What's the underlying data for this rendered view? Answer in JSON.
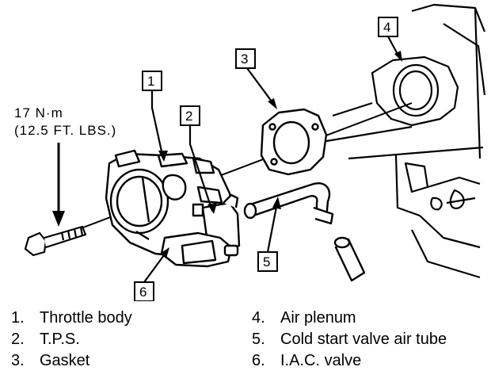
{
  "torque": {
    "line1": "17 N·m",
    "line2": "(12.5 FT. LBS.)"
  },
  "callouts": [
    "1",
    "2",
    "3",
    "4",
    "5",
    "6"
  ],
  "legend": [
    {
      "num": "1.",
      "label": "Throttle body"
    },
    {
      "num": "2.",
      "label": "T.P.S."
    },
    {
      "num": "3.",
      "label": "Gasket"
    },
    {
      "num": "4.",
      "label": "Air plenum"
    },
    {
      "num": "5.",
      "label": "Cold start valve air tube"
    },
    {
      "num": "6.",
      "label": "I.A.C. valve"
    }
  ]
}
